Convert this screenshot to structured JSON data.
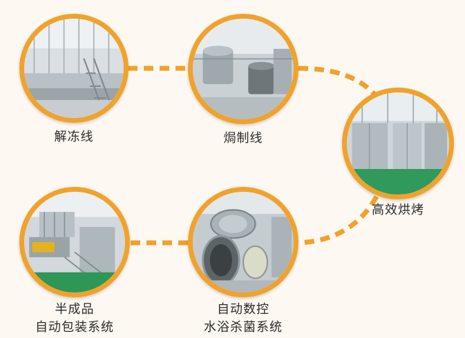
{
  "colors": {
    "ring": "#f0a22a",
    "connector": "#f0a22a",
    "background": "#fdf8f1",
    "text": "#2a2a2a"
  },
  "steps": [
    {
      "id": "thawing",
      "label": "解冻线",
      "image": "thawing-line-photo"
    },
    {
      "id": "braising",
      "label": "焗制线",
      "image": "braising-line-photo"
    },
    {
      "id": "baking",
      "label": "高效烘烤",
      "image": "baking-oven-photo"
    },
    {
      "id": "sterilizing",
      "label_line1": "自动数控",
      "label_line2": "水浴杀菌系统",
      "image": "sterilization-tank-photo"
    },
    {
      "id": "packaging",
      "label_line1": "半成品",
      "label_line2": "自动包装系统",
      "image": "packaging-line-photo"
    }
  ]
}
